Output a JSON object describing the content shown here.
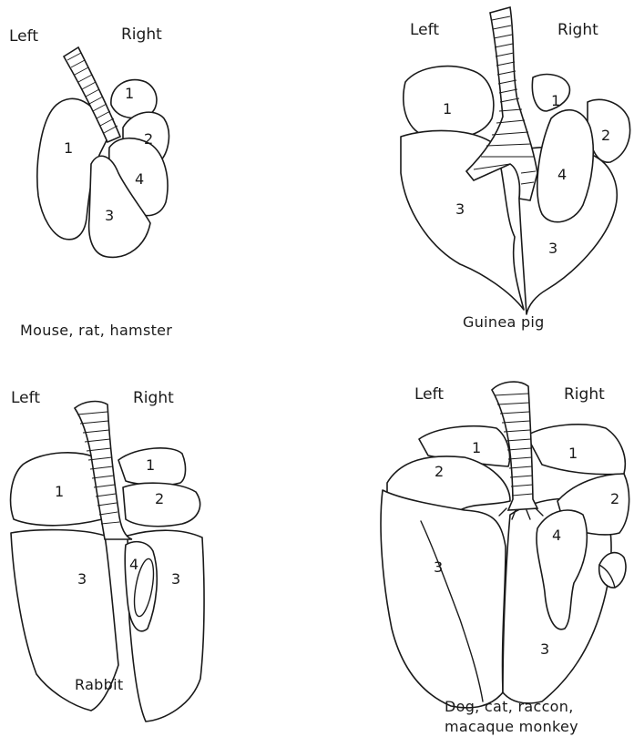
{
  "panels": [
    {
      "id": "mouse",
      "left_label": "Left",
      "right_label": "Right",
      "caption_lines": [
        "Mouse, rat, hamster"
      ],
      "lobe_numbers": [
        "1",
        "1",
        "2",
        "4",
        "3"
      ]
    },
    {
      "id": "guinea-pig",
      "left_label": "Left",
      "right_label": "Right",
      "caption_lines": [
        "Guinea pig"
      ],
      "lobe_numbers": [
        "1",
        "1",
        "2",
        "4",
        "3",
        "3"
      ]
    },
    {
      "id": "rabbit",
      "left_label": "Left",
      "right_label": "Right",
      "caption_lines": [
        "Rabbit"
      ],
      "lobe_numbers": [
        "1",
        "1",
        "2",
        "4",
        "3",
        "3"
      ]
    },
    {
      "id": "dog",
      "left_label": "Left",
      "right_label": "Right",
      "caption_lines": [
        "Dog, cat, raccon,",
        "macaque monkey"
      ],
      "lobe_numbers": [
        "1",
        "1",
        "2",
        "2",
        "4",
        "3",
        "3"
      ]
    }
  ]
}
